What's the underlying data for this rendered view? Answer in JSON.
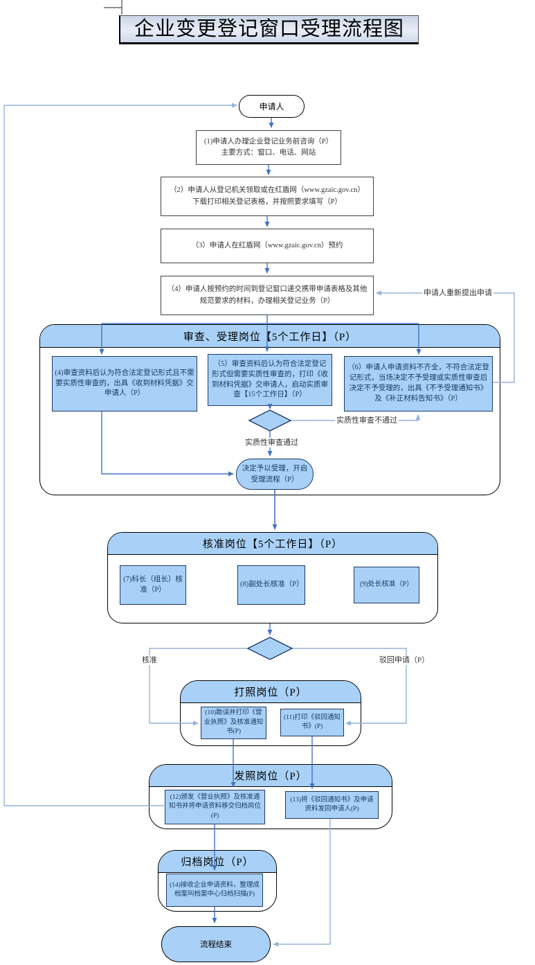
{
  "title": "企业变更登记窗口受理流程图",
  "colors": {
    "node_fill": "#a9d1f7",
    "node_border": "#1f3864",
    "arrow_main": "#4472c4",
    "arrow_light": "#95b3d7"
  },
  "flow": {
    "start": "申请人",
    "steps": [
      "(1)申请人办理企业登记业务前咨询（P）\n主要方式：窗口、电话、网站",
      "（2）申请人从登记机关领取或在红盾网（www.gzaic.gov.cn）下载打印相关登记表格，并按照要求填写（P）",
      "（3）申请人在红盾网（www.gzaic.gov.cn）预约",
      "（4）申请人按预约的时间到登记窗口递交携带申请表格及其他规范要求的材料，办理相关登记业务（P）"
    ],
    "reapply_label": "申请人重新提出申请",
    "lane_review": {
      "header": "审查、受理岗位【5个工作日】（P）",
      "box4": "(4)审查资料后认为符合法定登记形式且不需要实质性审查的，出具《收到材料凭据》交申请人（P）",
      "box5": "（5）审查资料后认为符合法定登记形式但需要实质性审查的，打印《收到材料凭据》交申请人，启动实质审查【15个工作日】（P）",
      "box6": "（6）申请人申请资料不齐全，不符合法定登记形式，当场决定不予受理或实质性审查后决定不予受理的，出具《不予受理通知书》及《补正材料告知书》（P）",
      "fail_label": "实质性审查不通过",
      "pass_label": "实质性审查通过",
      "accept": "决定予以受理，开启受理流程（P）"
    },
    "lane_approve": {
      "header": "核准岗位【5个工作日】（P）",
      "box7": "(7)科长（组长）核准（P）",
      "box8": "(8)副处长核准（P）",
      "box9": "(9)处长核准（P）"
    },
    "decision2": {
      "approve_label": "核准",
      "reject_label": "驳回申请（P）"
    },
    "lane_print": {
      "header": "打照岗位（P）",
      "box10": "(10)勘误并打印《营业执照》及核准通知书(P)",
      "box11": "(11)打印《驳回通知书》(P)"
    },
    "lane_issue": {
      "header": "发照岗位（P）",
      "box12": "(12)颁发《营业执照》及核准通知书并将申请资料移交归档岗位(P)",
      "box13": "(13)将《驳回通知书》及申请资料发回申请人(P)"
    },
    "lane_archive": {
      "header": "归档岗位（P）",
      "box14": "(14)接收企业申请资料，整理成档案叫档案中心归档扫描(P)"
    },
    "end": "流程结束"
  }
}
